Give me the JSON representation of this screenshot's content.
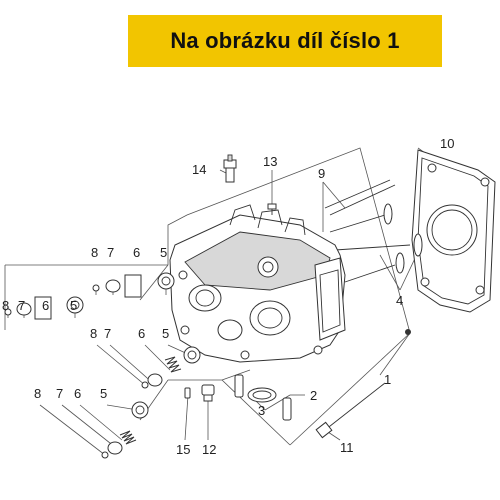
{
  "banner": {
    "title": "Na obrázku díl číslo 1"
  },
  "callouts": [
    "1",
    "2",
    "3",
    "4",
    "5",
    "6",
    "7",
    "8",
    "9",
    "10",
    "11",
    "12",
    "13",
    "14",
    "15"
  ],
  "colors": {
    "banner_bg": "#f2c500",
    "banner_text": "#111111",
    "line": "#555555"
  }
}
